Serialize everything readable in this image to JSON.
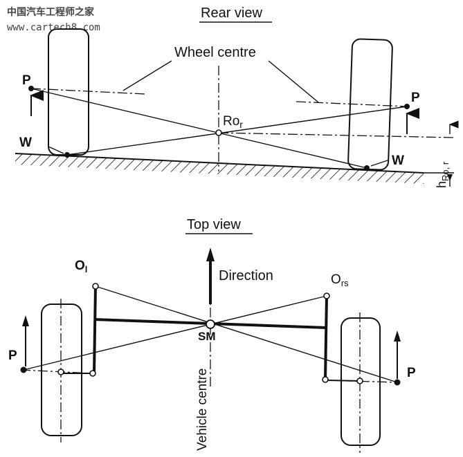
{
  "watermark": {
    "line1": "中国汽车工程师之家",
    "line2": "www.cartech8.com"
  },
  "rear_view": {
    "title": "Rear view",
    "wheel_centre_label": "Wheel centre",
    "roll_centre_label": "Ro",
    "roll_centre_sub": "r",
    "point_p_left": "P",
    "point_p_right": "P",
    "point_w_left": "W",
    "point_w_right": "W",
    "height_label": "h",
    "height_sub": "Ro, r"
  },
  "top_view": {
    "title": "Top view",
    "direction_label": "Direction",
    "vehicle_centre_label": "Vehicle centre",
    "sm_label": "SM",
    "ol_label": "O",
    "ol_sub": "l",
    "ors_label": "O",
    "ors_sub": "rs",
    "point_p_left": "P",
    "point_p_right": "P"
  }
}
